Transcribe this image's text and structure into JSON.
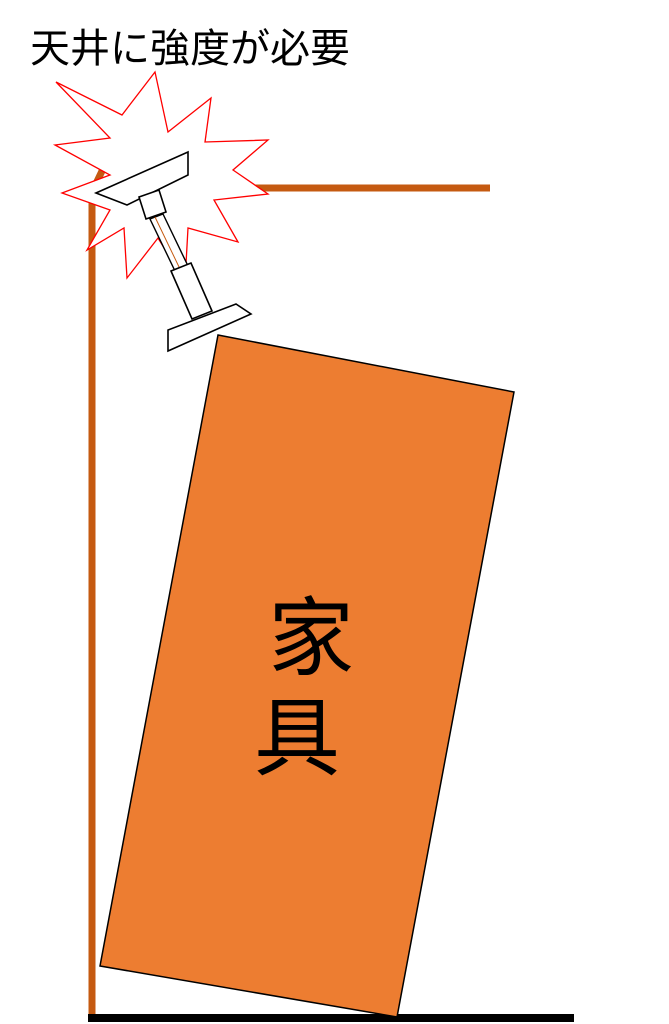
{
  "title": "天井に強度が必要",
  "furniture": {
    "label_line1": "家",
    "label_line2": "具"
  },
  "colors": {
    "wall_ceiling": "#c55a11",
    "furniture_fill": "#ed7d31",
    "floor": "#000000",
    "burst_stroke": "#ff0000",
    "outline": "#000000",
    "background": "#ffffff"
  }
}
